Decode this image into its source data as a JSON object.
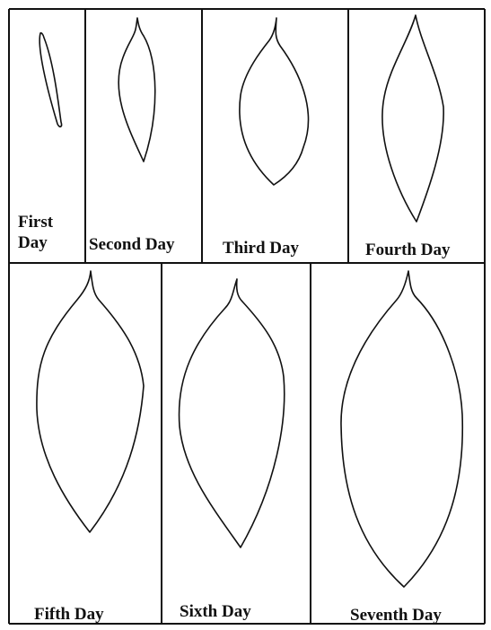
{
  "figure": {
    "panels": [
      {
        "label": "First Day"
      },
      {
        "label": "Second Day"
      },
      {
        "label": "Third Day"
      },
      {
        "label": "Fourth Day"
      },
      {
        "label": "Fifth Day"
      },
      {
        "label": "Sixth Day"
      },
      {
        "label": "Seventh Day"
      }
    ],
    "first_day_label_lines": [
      "First",
      "Day"
    ]
  },
  "colors": {
    "ink": "#111111",
    "background": "#ffffff"
  }
}
